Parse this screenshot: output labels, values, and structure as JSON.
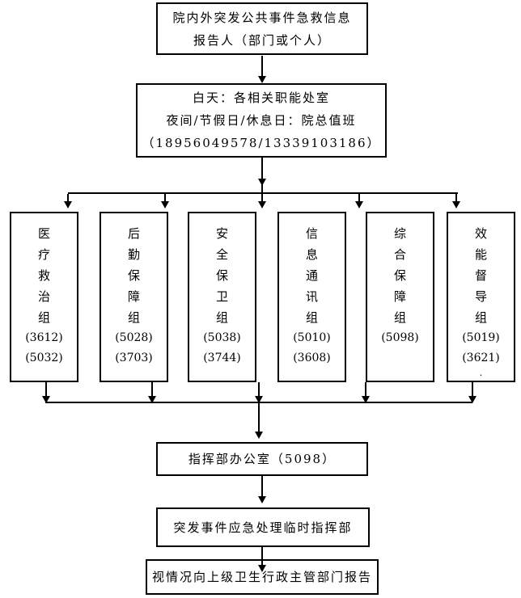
{
  "page": {
    "background_color": "#ffffff",
    "ink_color": "#000000"
  },
  "flowchart": {
    "reporter_box": {
      "line1": "院内外突发公共事件急救信息",
      "line2": "报告人（部门或个人）"
    },
    "duty_box": {
      "line1": "白天：各相关职能处室",
      "line2": "夜间/节假日/休息日：院总值班",
      "line3": "（18956049578/13339103186）"
    },
    "groups": [
      {
        "chars": [
          "医",
          "疗",
          "救",
          "治",
          "组"
        ],
        "phone1": "(3612)",
        "phone2": "(5032)"
      },
      {
        "chars": [
          "后",
          "勤",
          "保",
          "障",
          "组"
        ],
        "phone1": "(5028)",
        "phone2": "(3703)"
      },
      {
        "chars": [
          "安",
          "全",
          "保",
          "卫",
          "组"
        ],
        "phone1": "(5038)",
        "phone2": "(3744)"
      },
      {
        "chars": [
          "信",
          "息",
          "通",
          "讯",
          "组"
        ],
        "phone1": "(5010)",
        "phone2": "(3608)"
      },
      {
        "chars": [
          "综",
          "合",
          "保",
          "障",
          "组"
        ],
        "phone1": "(5098)"
      },
      {
        "chars": [
          "效",
          "能",
          "督",
          "导",
          "组"
        ],
        "phone1": "(5019)",
        "phone2": "(3621)",
        "note": "."
      }
    ],
    "office_box": {
      "label": "指挥部办公室（5098）"
    },
    "temp_command_box": {
      "label": "突发事件应急处理临时指挥部"
    },
    "report_box": {
      "label": "视情况向上级卫生行政主管部门报告"
    }
  }
}
